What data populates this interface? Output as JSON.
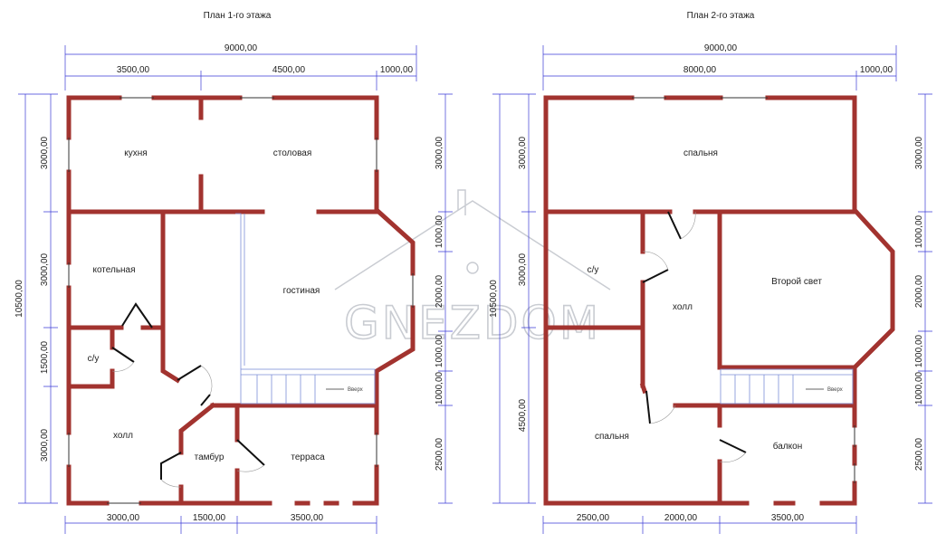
{
  "colors": {
    "wall": "#a2332f",
    "wall_outline": "#5a1a16",
    "door": "#111111",
    "dim_line": "#3b3bd6",
    "stairs": "#7d8fd8",
    "watermark": "#c9ccd2"
  },
  "watermark": "GNEZDOM",
  "plan1": {
    "title": "План 1-го этажа",
    "dims_top": {
      "total": "9000,00",
      "seg1": "3500,00",
      "seg2": "4500,00",
      "seg3": "1000,00"
    },
    "dims_bottom": {
      "seg1": "3000,00",
      "seg2": "1500,00",
      "seg3": "3500,00"
    },
    "dims_left": {
      "total": "10500,00",
      "seg1": "3000,00",
      "seg2": "3000,00",
      "seg3": "1500,00",
      "seg4": "3000,00"
    },
    "dims_right": {
      "seg1": "3000,00",
      "seg2": "1000,00",
      "seg3": "2000,00",
      "seg4": "1000,00",
      "seg5": "1000,00",
      "seg6": "2500,00"
    },
    "rooms": {
      "kitchen": "кухня",
      "dining": "столовая",
      "boiler": "котельная",
      "living": "гостиная",
      "wc": "с/у",
      "hall": "холл",
      "vestibule": "тамбур",
      "terrace": "терраса"
    },
    "stairs_label": "Вверх"
  },
  "plan2": {
    "title": "План 2-го этажа",
    "dims_top": {
      "total": "9000,00",
      "seg1": "8000,00",
      "seg2": "1000,00"
    },
    "dims_bottom": {
      "seg1": "2500,00",
      "seg2": "2000,00",
      "seg3": "3500,00"
    },
    "dims_left": {
      "total": "10500,00",
      "seg1": "3000,00",
      "seg2": "3000,00",
      "seg3": "4500,00"
    },
    "dims_right": {
      "seg1": "3000,00",
      "seg2": "1000,00",
      "seg3": "2000,00",
      "seg4": "1000,00",
      "seg5": "1000,00",
      "seg6": "2500,00"
    },
    "rooms": {
      "bedroom_top": "спальня",
      "wc": "с/у",
      "hall": "холл",
      "second_light": "Второй свет",
      "bedroom_bottom": "спальня",
      "balcony": "балкон"
    },
    "stairs_label": "Вверх"
  }
}
